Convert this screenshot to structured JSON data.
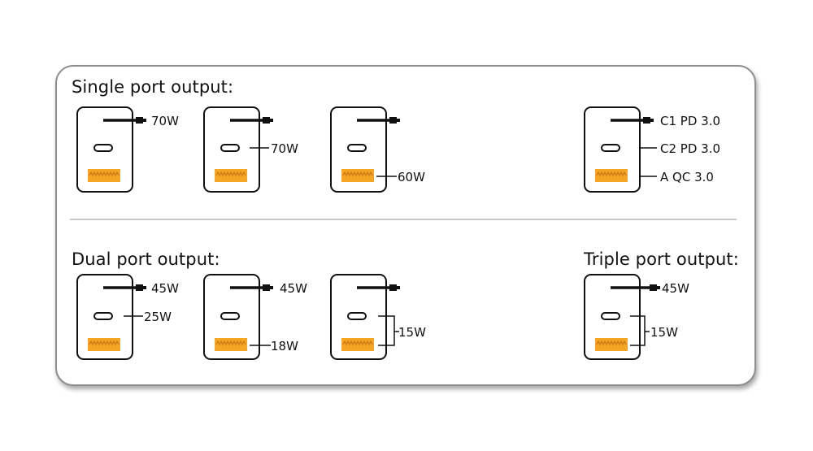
{
  "sections": {
    "single_title": "Single port output:",
    "dual_title": "Dual port output:",
    "triple_title": "Triple port output:"
  },
  "colors": {
    "usb_a_port": "#f5a623",
    "outline": "#111111",
    "divider": "#b5b5b5",
    "panel_border": "#8e8e8e"
  },
  "chargers": {
    "single_c1": {
      "c1": "70W"
    },
    "single_c2": {
      "c2": "70W"
    },
    "single_a": {
      "a": "60W"
    },
    "port_legend": {
      "c1": "C1 PD 3.0",
      "c2": "C2 PD 3.0",
      "a": "A QC 3.0"
    },
    "dual_c1_c2": {
      "c1": "45W",
      "c2": "25W"
    },
    "dual_c1_a": {
      "c1": "45W",
      "a": "18W"
    },
    "dual_c2_a": {
      "c2_a": "15W"
    },
    "triple": {
      "c1": "45W",
      "c2_a": "15W"
    }
  }
}
